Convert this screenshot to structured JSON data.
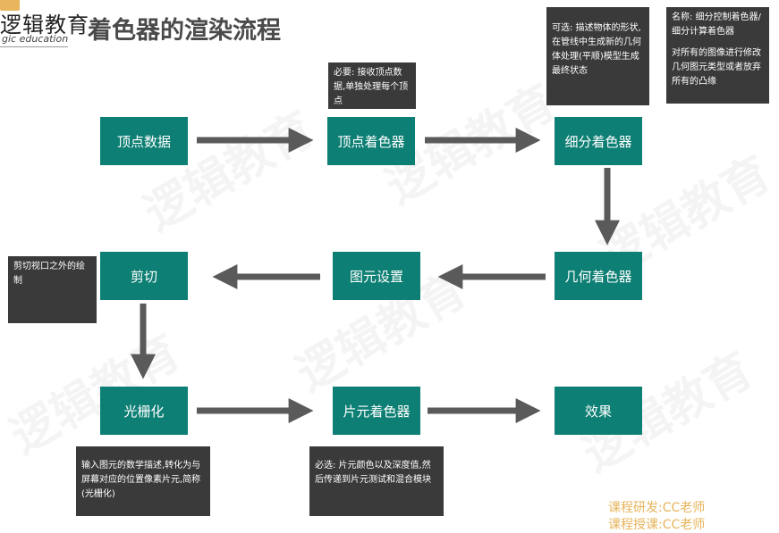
{
  "logo": {
    "cn": "逻辑教育",
    "en": "gic education"
  },
  "title": "着色器的渲染流程",
  "nodes": {
    "vertex_data": "顶点数据",
    "vertex_shader": "顶点着色器",
    "tessellation_shader": "细分着色器",
    "geometry_shader": "几何着色器",
    "primitive_setup": "图元设置",
    "clipping": "剪切",
    "rasterization": "光栅化",
    "fragment_shader": "片元着色器",
    "effect": "效果"
  },
  "notes": {
    "vertex": "必要: 接收顶点数据,单独处理每个顶点",
    "tess_a": "可选: 描述物体的形状,在管线中生成新的几何体处理(平顺)模型生成最终状态",
    "tess_b1": "名称: 细分控制着色器/细分计算着色器",
    "tess_b2": "对所有的图像进行修改几何图元类型或者放弃所有的凸缘",
    "clip": "剪切视口之外的绘制",
    "raster": "输入图元的数学描述,转化为与屏幕对应的位置像素片元,简称(光栅化)",
    "fragment": "必选: 片元颜色以及深度值,然后传递到片元测试和混合模块"
  },
  "watermark": "逻辑教育",
  "credits": {
    "research": "课程研发:CC老师",
    "teaching": "课程授课:CC老师"
  },
  "colors": {
    "node": "#0e7f74",
    "note": "#3a3a3a",
    "arrow": "#5a5a5a",
    "credit": "#e6b45a"
  }
}
